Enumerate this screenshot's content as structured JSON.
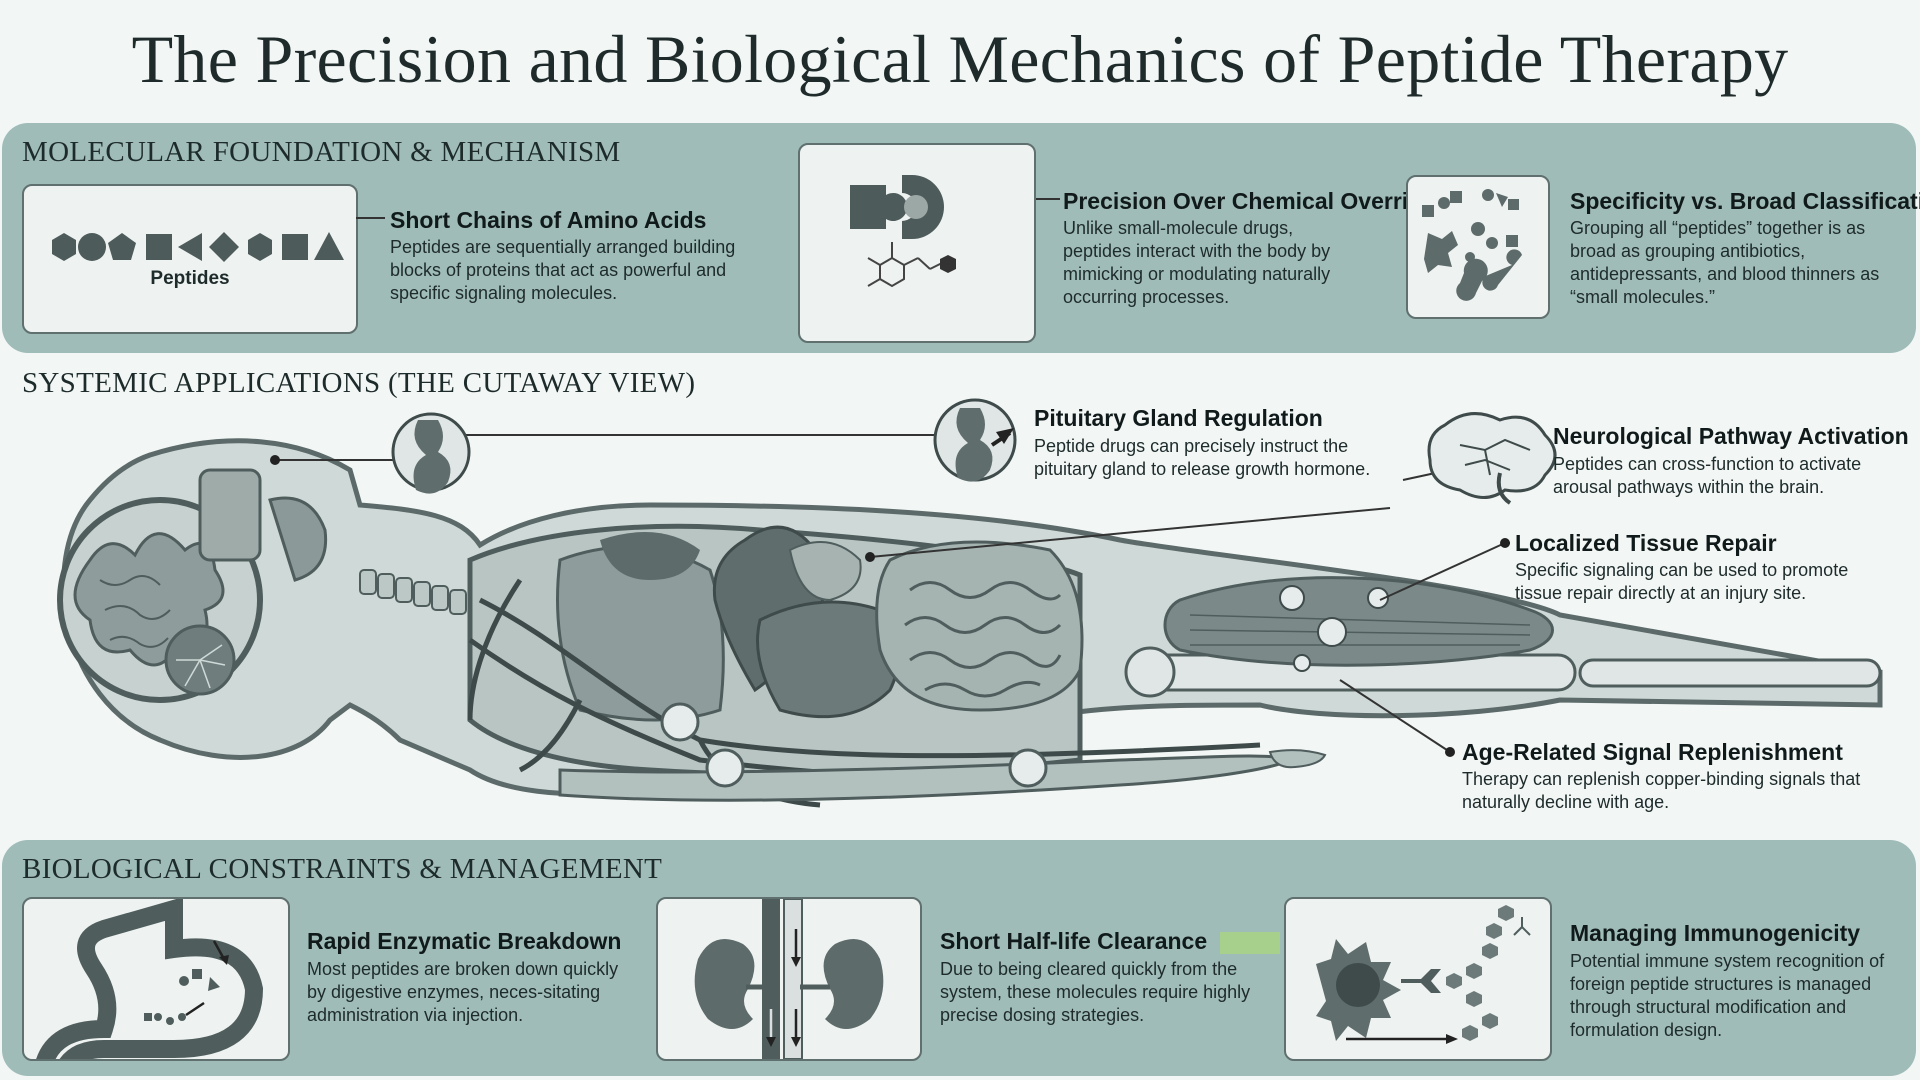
{
  "title": "The Precision and Biological Mechanics of Peptide Therapy",
  "sections": {
    "molecular": {
      "label": "MOLECULAR FOUNDATION & MECHANISM",
      "cards": [
        {
          "heading": "Short Chains of Amino Acids",
          "icon_label": "Peptides",
          "desc": "Peptides are sequentially arranged building blocks of proteins that act as powerful and specific signaling molecules."
        },
        {
          "heading": "Precision Over Chemical Override",
          "desc": "Unlike small-molecule drugs, peptides interact with the body by mimicking or modulating naturally occurring processes."
        },
        {
          "heading": "Specificity vs. Broad Classification",
          "desc": "Grouping all “peptides” together is as broad as grouping antibiotics, antidepressants, and blood thinners as “small molecules.”"
        }
      ]
    },
    "systemic": {
      "label": "SYSTEMIC APPLICATIONS (THE CUTAWAY VIEW)",
      "callouts": [
        {
          "heading": "Pituitary Gland Regulation",
          "desc": "Peptide drugs can precisely instruct the pituitary gland to release growth hormone."
        },
        {
          "heading": "Neurological Pathway Activation",
          "desc": "Peptides can cross-function to activate arousal pathways within the brain."
        },
        {
          "heading": "Localized Tissue Repair",
          "desc": "Specific signaling can be used to promote tissue repair directly at an injury site."
        },
        {
          "heading": "Age-Related Signal Replenishment",
          "desc": "Therapy can replenish copper-binding signals that naturally decline with age."
        }
      ]
    },
    "constraints": {
      "label": "BIOLOGICAL CONSTRAINTS & MANAGEMENT",
      "cards": [
        {
          "heading": "Rapid Enzymatic Breakdown",
          "desc": "Most peptides are broken down quickly by digestive enzymes, neces-sitating administration via injection."
        },
        {
          "heading": "Short Half-life Clearance",
          "desc": "Due to being cleared quickly from the system, these molecules require highly precise dosing strategies."
        },
        {
          "heading": "Managing Immunogenicity",
          "desc": "Potential immune system recognition of foreign peptide structures is managed through structural modification and formulation design."
        }
      ]
    }
  },
  "colors": {
    "panel": "#9fbcb8",
    "card": "#eef2f1",
    "dark": "#4e5c5b",
    "ink": "#1e2b2b",
    "highlight": "#a8d08d"
  }
}
